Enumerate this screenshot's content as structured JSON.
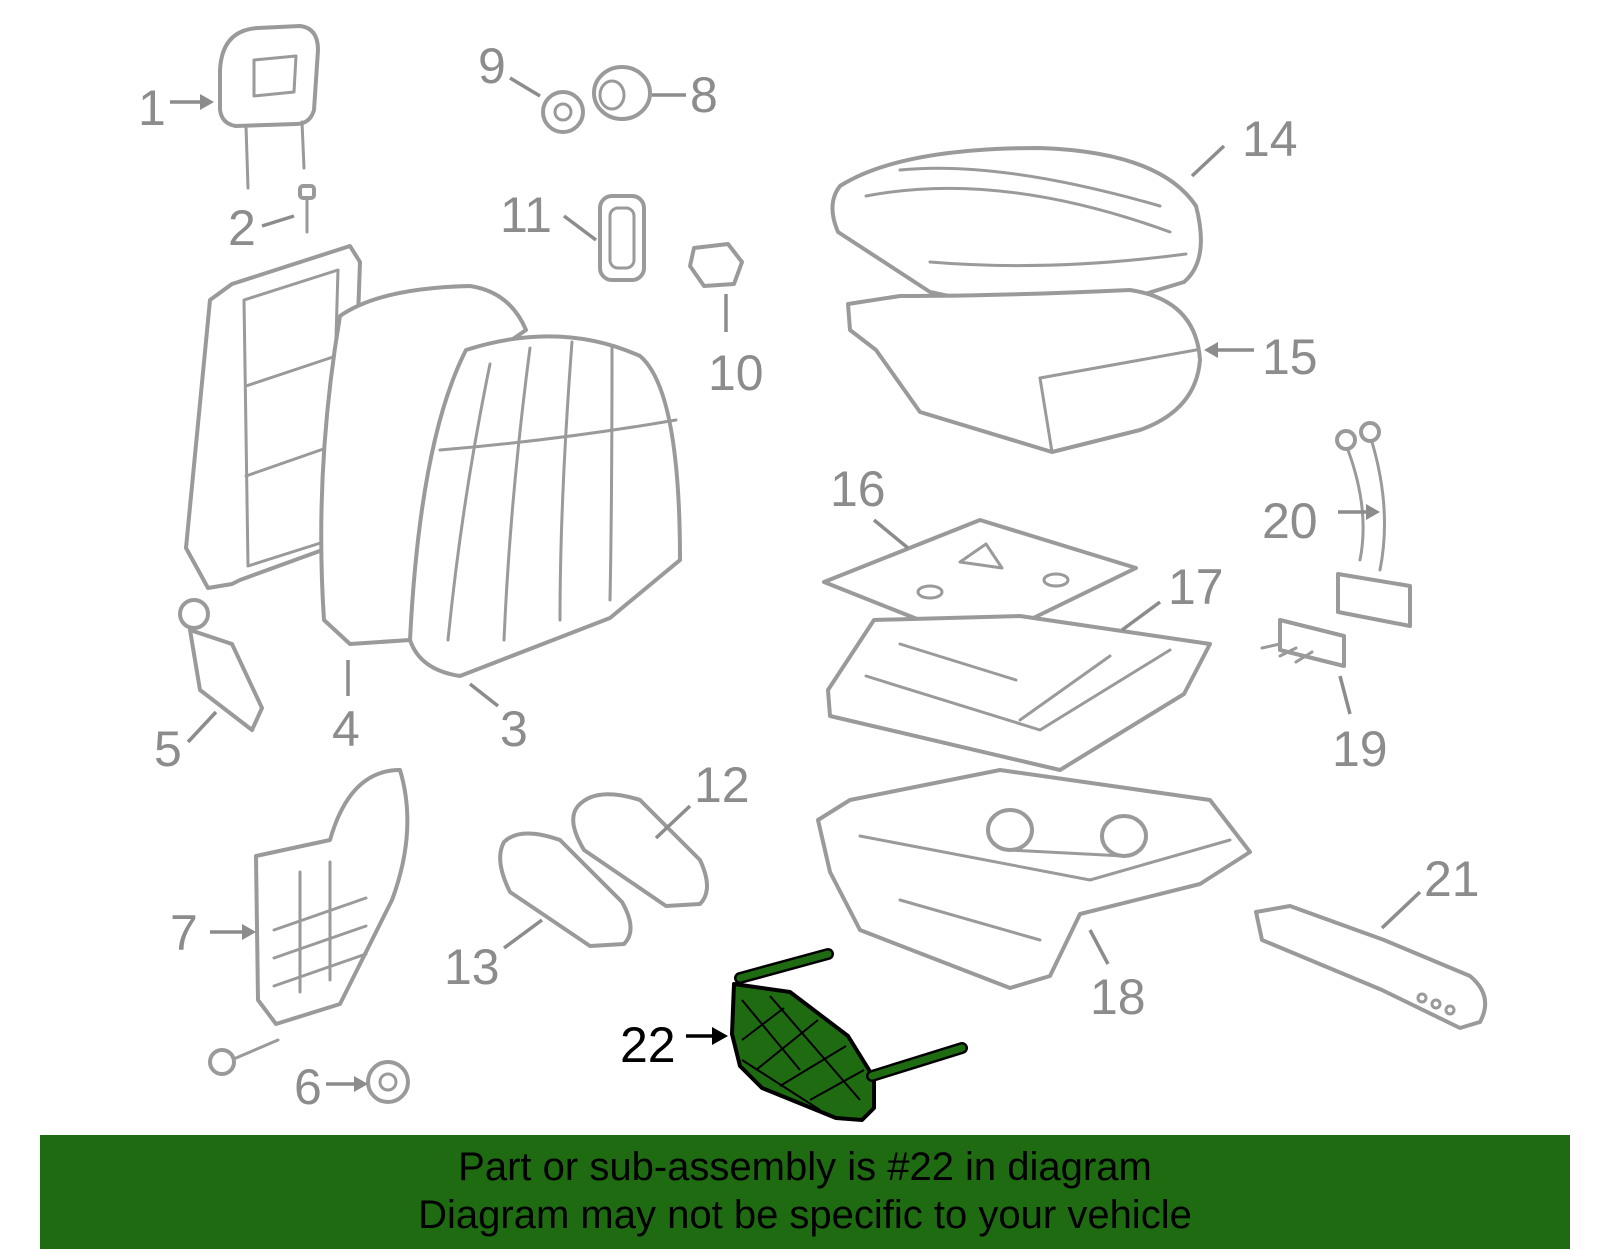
{
  "diagram": {
    "callouts": [
      "1",
      "2",
      "3",
      "4",
      "5",
      "6",
      "7",
      "8",
      "9",
      "10",
      "11",
      "12",
      "13",
      "14",
      "15",
      "16",
      "17",
      "18",
      "19",
      "20",
      "21",
      "22"
    ],
    "highlighted_part": "22",
    "colors": {
      "line": "#9a9a9a",
      "highlight": "#1e6b12",
      "banner": "#1e6b12",
      "text": "#000000"
    }
  },
  "banner": {
    "line1": "Part or sub-assembly is #22 in diagram",
    "line2": "Diagram may not be specific to your vehicle"
  }
}
